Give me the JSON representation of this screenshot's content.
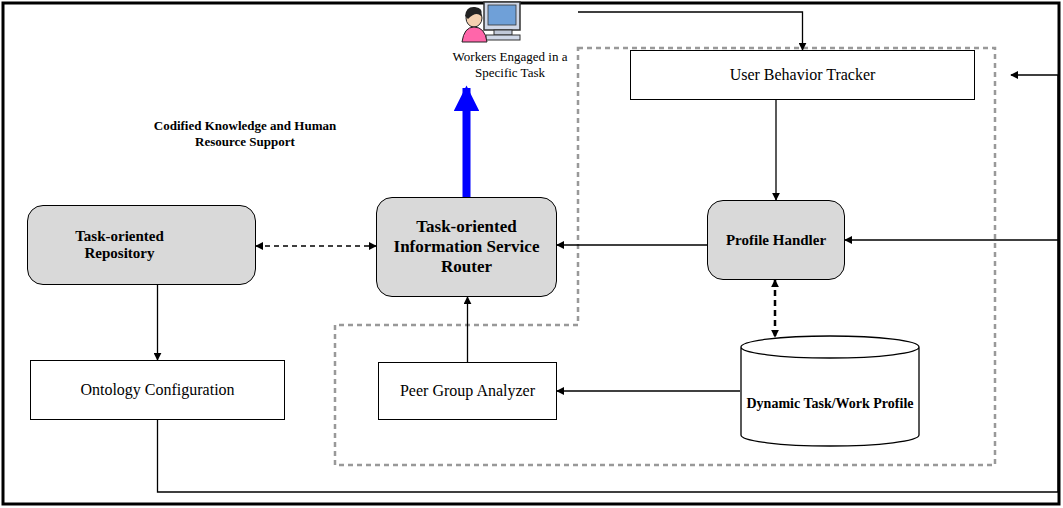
{
  "diagram": {
    "nodes": [
      {
        "text": [
          "Workers Engaged in a Specific Task"
        ]
      },
      {
        "text": [
          "User Behavior Tracker"
        ]
      },
      {
        "text": [
          "Task-oriented Repository"
        ]
      },
      {
        "text": [
          "Task-oriented Information Service Router"
        ]
      },
      {
        "text": [
          "Profile Handler"
        ]
      },
      {
        "text": [
          "Ontology Configuration"
        ]
      },
      {
        "text": [
          "Peer Group Analyzer"
        ]
      },
      {
        "text": [
          "Dynamic Task/Work Profile"
        ]
      }
    ],
    "edges": [
      {
        "from": 0,
        "to": 1,
        "arrow": "to"
      },
      {
        "from": 3,
        "to": 0,
        "arrow": "to"
      },
      {
        "from": 2,
        "to": 3,
        "arrow": "both"
      },
      {
        "from": 4,
        "to": 3,
        "arrow": "to"
      },
      {
        "from": 1,
        "to": 4,
        "arrow": "to"
      },
      {
        "from": 4,
        "to": 7,
        "arrow": "both"
      },
      {
        "from": 7,
        "to": 6,
        "arrow": "to"
      },
      {
        "from": 6,
        "to": 3,
        "arrow": "to"
      },
      {
        "from": 2,
        "to": 5,
        "arrow": "to"
      },
      {
        "from": 5,
        "to": 1,
        "arrow": "to"
      },
      {
        "from": 5,
        "to": 4,
        "arrow": "to"
      }
    ],
    "labels": [
      "Codified Knowledge and Human Resource Support"
    ]
  }
}
